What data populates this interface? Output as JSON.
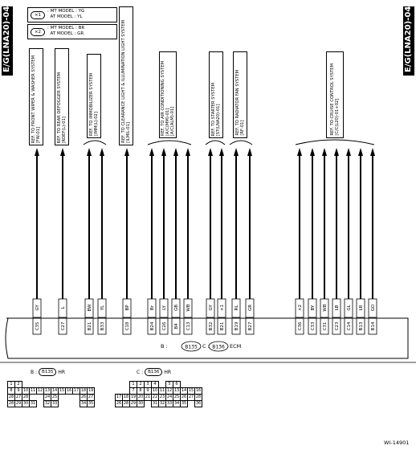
{
  "sidebar": {
    "left_label": "E/G(LNA20)-04",
    "right_label": "E/G(LNA20)-04"
  },
  "legend": [
    {
      "mark": "×1",
      "lines": ": MT MODEL : YG\n  AT MODEL : YL"
    },
    {
      "mark": "×2",
      "lines": ": MT MODEL : BR\n  AT MODEL : GR"
    }
  ],
  "references": [
    {
      "text": "REF. TO FRONT WIPER & WASHER SYSTEM\n[FW-01]"
    },
    {
      "text": "REF. TO REAR DEFOGGER SYSTEM\n[RDEF(L)-01]"
    },
    {
      "text": "REF. TO IMMOBILIZER SYSTEM\n[IMM(L)-02]"
    },
    {
      "text": "REF. TO CLEARANCE LIGHT & ILLUMINATION LIGHT SYSTEM\n[ILMIL-01]"
    },
    {
      "text": "REF. TO AIR CONDITIONING SYSTEM\n[A/C(MM)-01]\n[A/C(ALM)-01]"
    },
    {
      "text": "REF. TO STARTER SYSTEM\n[ST(LNA20)-01]"
    },
    {
      "text": "REF. TO RADIATOR FAN SYSTEM\n[RF-01]"
    },
    {
      "text": "REF. TO CRUISE CONTROL SYSTEM\n[C/C(L20)-01+02]"
    }
  ],
  "wires": [
    {
      "pin": "C35",
      "color": "GY"
    },
    {
      "pin": "C27",
      "color": "L"
    },
    {
      "pin": "B21",
      "color": "BW"
    },
    {
      "pin": "B33",
      "color": "YL"
    },
    {
      "pin": "C18",
      "color": "BP"
    },
    {
      "pin": "B24",
      "color": "Br"
    },
    {
      "pin": "C26",
      "color": "LY"
    },
    {
      "pin": "B4",
      "color": "GB"
    },
    {
      "pin": "C13",
      "color": "WB"
    },
    {
      "pin": "B32",
      "color": "GY"
    },
    {
      "pin": "B21",
      "color": "×1"
    },
    {
      "pin": "B19",
      "color": "RL"
    },
    {
      "pin": "B27",
      "color": "GR"
    },
    {
      "pin": "C36",
      "color": "×2"
    },
    {
      "pin": "C33",
      "color": "BY"
    },
    {
      "pin": "C31",
      "color": "WB"
    },
    {
      "pin": "C23",
      "color": "LB"
    },
    {
      "pin": "C14",
      "color": "GL"
    },
    {
      "pin": "B13",
      "color": "LR"
    },
    {
      "pin": "B14",
      "color": "GO"
    }
  ],
  "ecm": {
    "b_prefix": "B :",
    "b_conn": "B135",
    "c_prefix": "C :",
    "c_conn": "B136",
    "name": "ECM"
  },
  "connectors": {
    "b": {
      "prefix": "B :",
      "id": "B135",
      "suffix": "HR",
      "rows": [
        [
          "1",
          "2",
          "",
          "",
          "",
          "",
          "",
          "",
          "",
          ""
        ],
        [
          "8",
          "9",
          "10",
          "11",
          "12",
          "13",
          "14",
          "15",
          "16",
          "17",
          "18",
          "19"
        ],
        [
          "28",
          "27",
          "28",
          "",
          "",
          "24",
          "25",
          "",
          "",
          "",
          "26",
          "27"
        ],
        [
          "28",
          "29",
          "30",
          "31",
          "",
          "32",
          "33",
          "",
          "",
          "",
          "34",
          "35"
        ]
      ]
    },
    "c": {
      "prefix": "C :",
      "id": "B136",
      "suffix": "HR",
      "rows": [
        [
          "",
          "",
          "1",
          "2",
          "3",
          "4",
          "",
          "5",
          "6",
          ""
        ],
        [
          "",
          "",
          "7",
          "8",
          "9",
          "10",
          "11",
          "12",
          "13",
          "14",
          "15",
          "16"
        ],
        [
          "17",
          "18",
          "19",
          "20",
          "21",
          "22",
          "23",
          "24",
          "25",
          "26",
          "27",
          "28"
        ],
        [
          "26",
          "28",
          "29",
          "30",
          "",
          "31",
          "32",
          "33",
          "34",
          "35",
          "",
          "36"
        ]
      ]
    }
  },
  "figure_id": "WI-14901"
}
